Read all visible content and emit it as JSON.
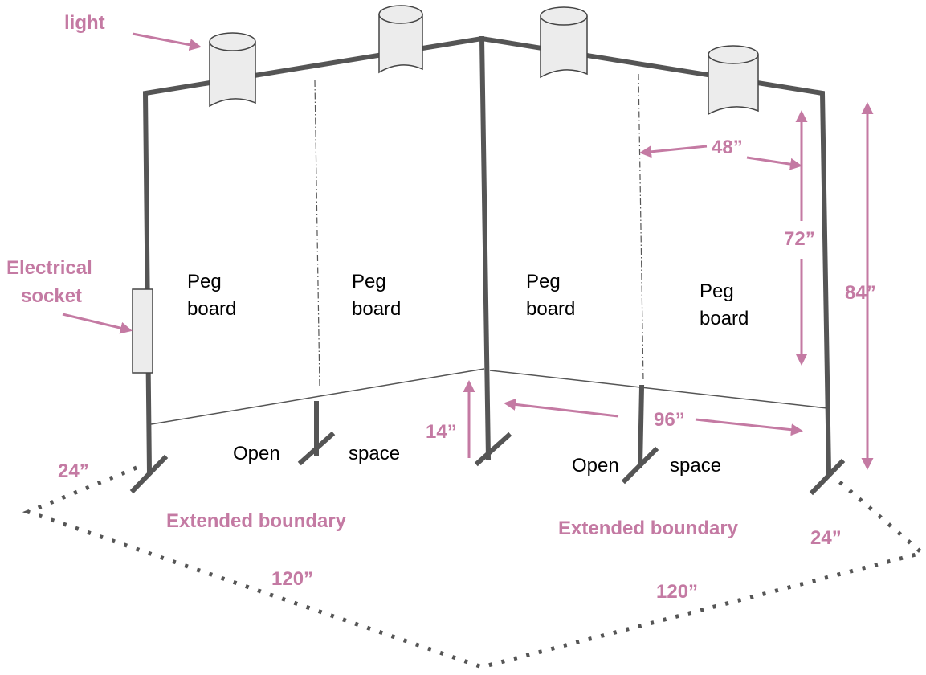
{
  "colors": {
    "accent": "#c47aa3",
    "frame": "#555555",
    "fixture": "#ececec"
  },
  "labels": {
    "light": "light",
    "socket_line1": "Electrical",
    "socket_line2": "socket",
    "peg_line1": "Peg",
    "peg_line2": "board",
    "open": "Open",
    "space": "space",
    "extended_left": "Extended boundary",
    "extended_right": "Extended boundary"
  },
  "dimensions": {
    "d48": "48”",
    "d72": "72”",
    "d84": "84”",
    "d96": "96”",
    "d14": "14”",
    "d24_left": "24”",
    "d24_right": "24”",
    "d120_left": "120”",
    "d120_right": "120”"
  }
}
